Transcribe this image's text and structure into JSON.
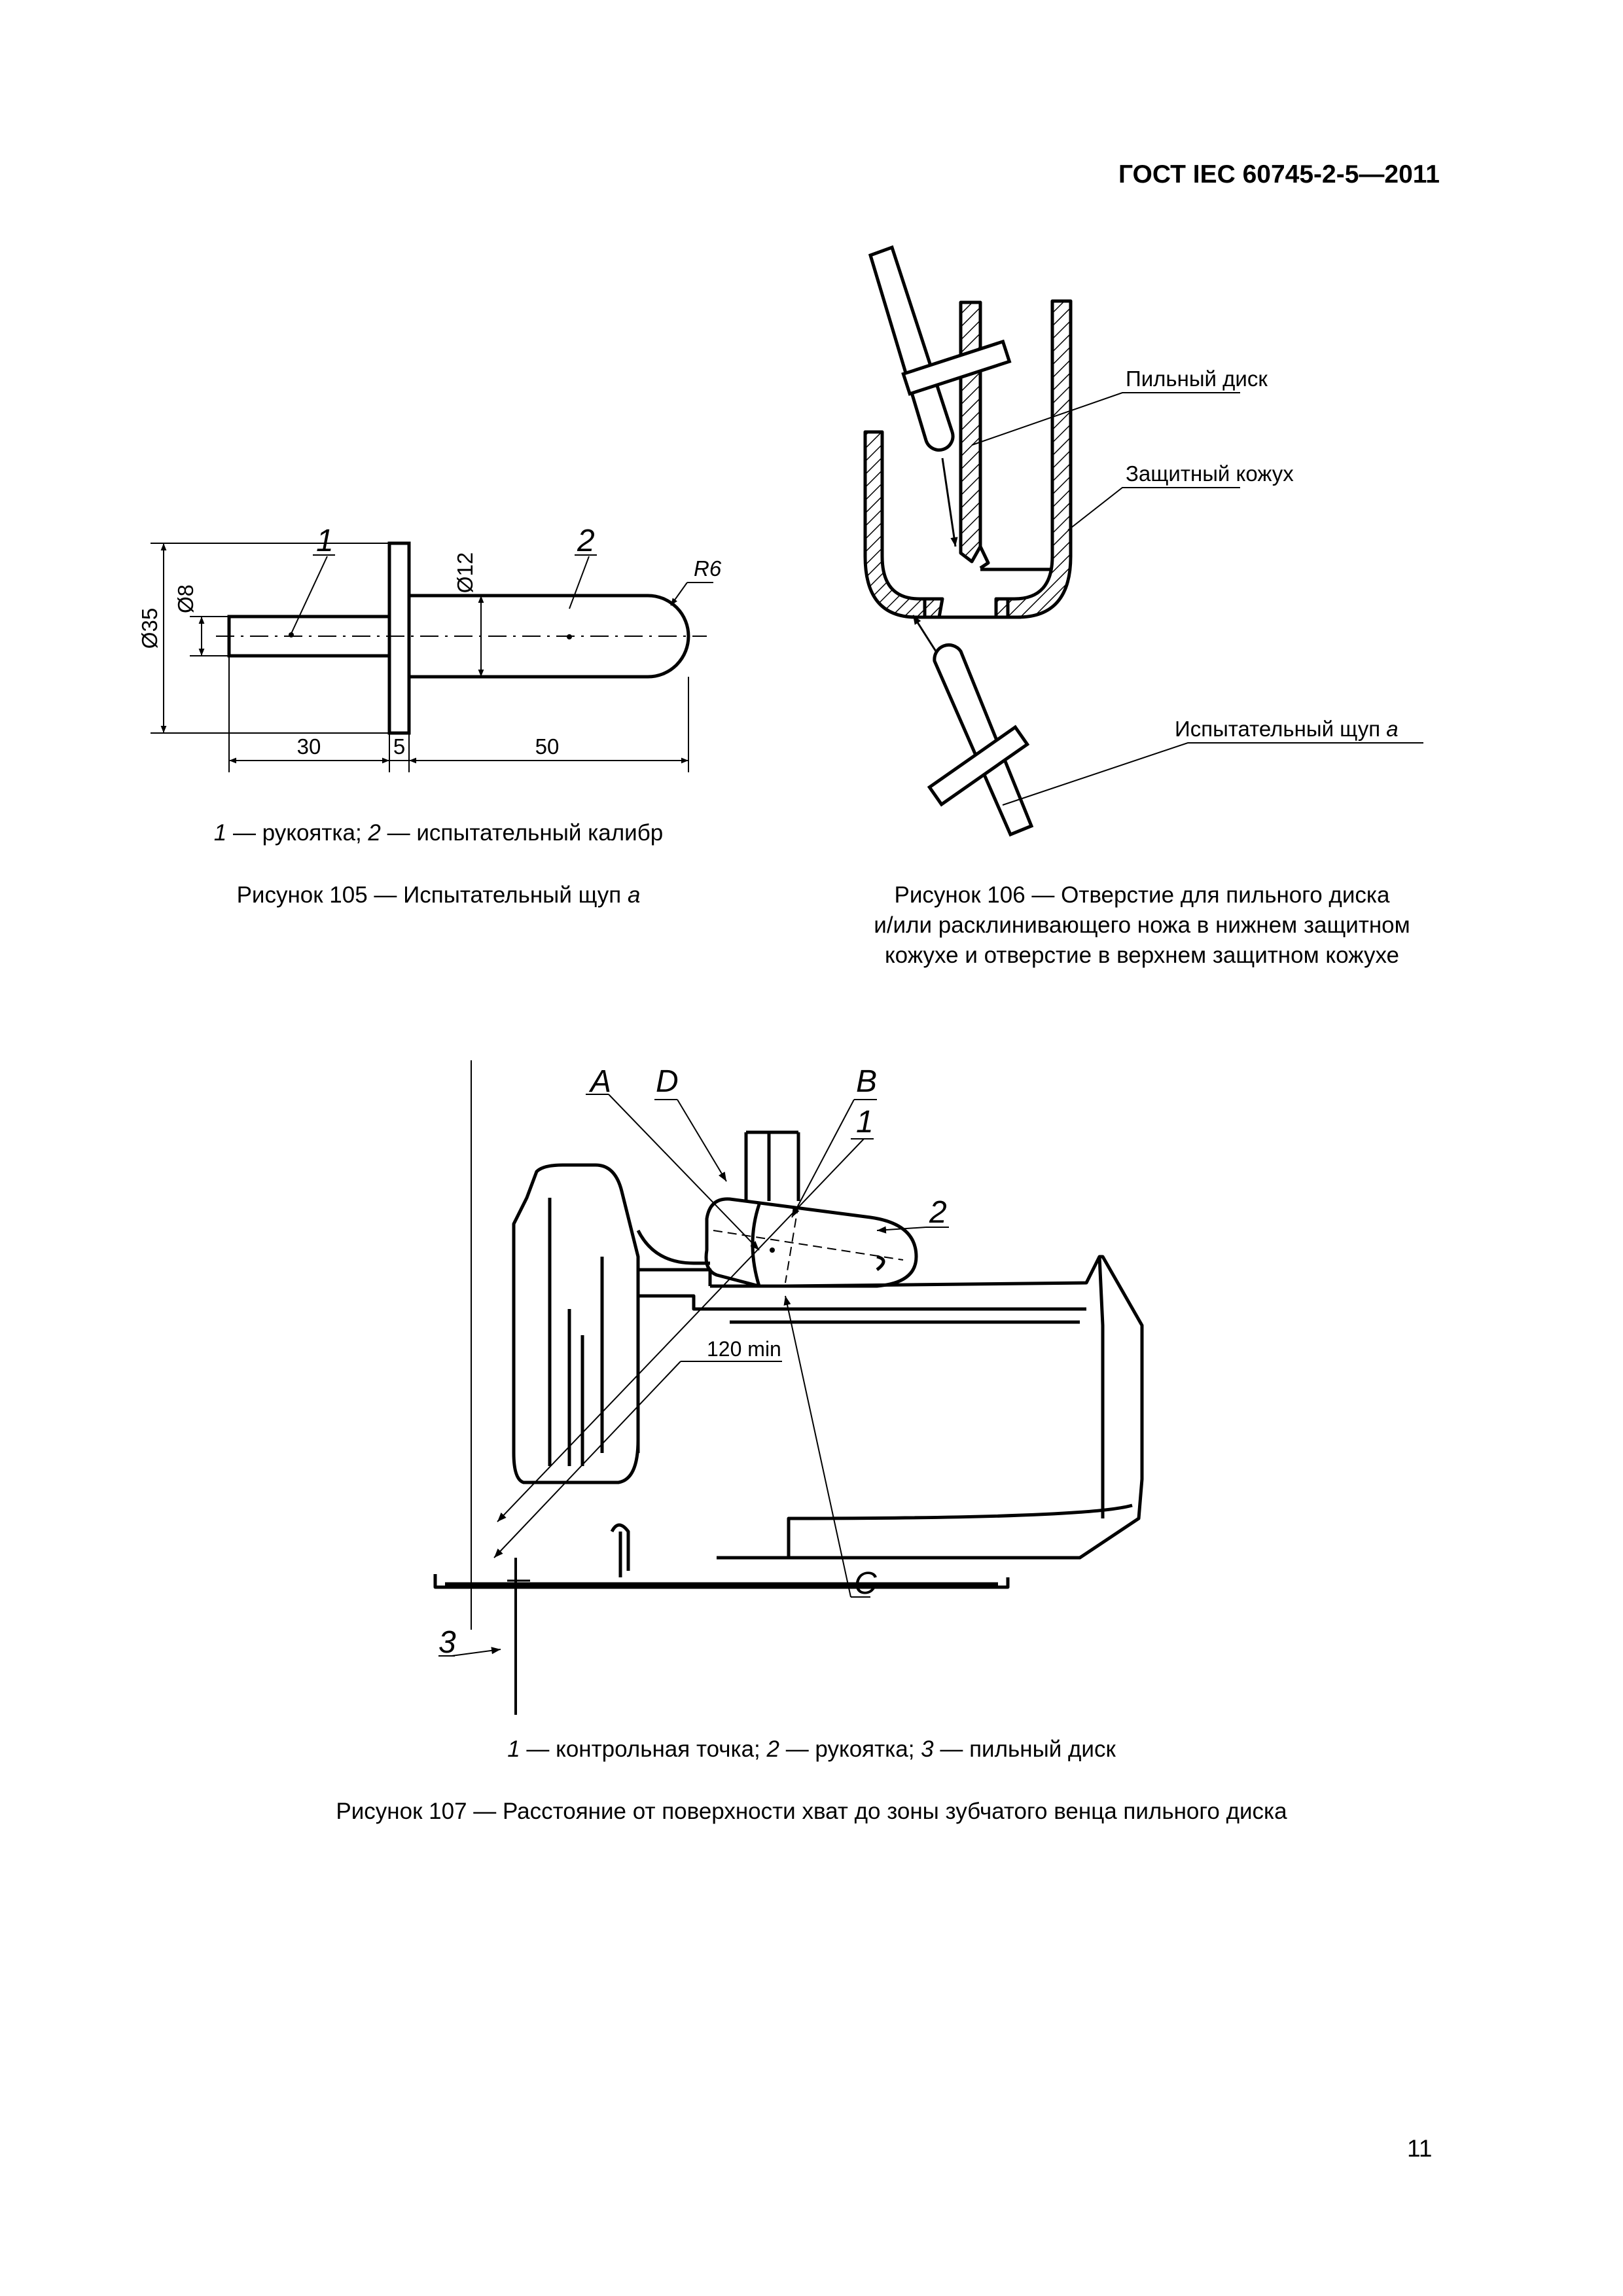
{
  "header": {
    "standard": "ГОСТ IEC 60745-2-5—2011"
  },
  "figure105": {
    "dimensions": {
      "d35": "Ø35",
      "d8": "Ø8",
      "d12": "Ø12",
      "r6": "R6",
      "l30": "30",
      "l5": "5",
      "l50": "50"
    },
    "callouts": {
      "c1": "1",
      "c2": "2"
    },
    "legend": {
      "n1": "1",
      "t1": " — рукоятка; ",
      "n2": "2",
      "t2": " — испытательный калибр"
    },
    "caption": {
      "text": "Рисунок  105 — Испытательный щуп ",
      "symbol": "a"
    }
  },
  "figure106": {
    "labels": {
      "saw_blade": "Пильный диск",
      "guard": "Защитный кожух",
      "probe": "Испытательный щуп ",
      "probe_symbol": "a"
    },
    "caption": {
      "line1": "Рисунок  106 — Отверстие для пильного диска",
      "line2": "и/или расклинивающего ножа в нижнем защитном",
      "line3": "кожухе и отверстие в верхнем защитном кожухе"
    }
  },
  "figure107": {
    "letters": {
      "A": "A",
      "D": "D",
      "B": "B",
      "C": "C"
    },
    "callouts": {
      "c1": "1",
      "c2": "2",
      "c3": "3"
    },
    "distance": "120 min",
    "legend": {
      "n1": "1",
      "t1": " — контрольная точка; ",
      "n2": "2",
      "t2": " — рукоятка; ",
      "n3": "3",
      "t3": " — пильный диск"
    },
    "caption": {
      "text": "Рисунок  107 — Расстояние от поверхности хват до зоны зубчатого венца пильного диска"
    }
  },
  "page": {
    "number": "11"
  }
}
